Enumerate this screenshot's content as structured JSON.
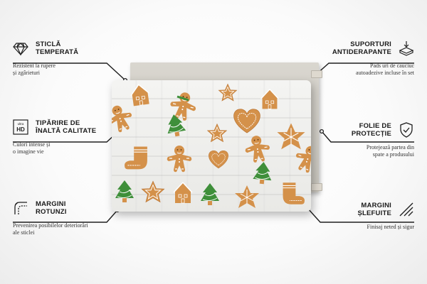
{
  "features": {
    "glass": {
      "title": "Sticlă\ntemperată",
      "desc": "Rezistent la rupere\nși zgârieturi",
      "icon": "diamond-icon"
    },
    "print": {
      "title": "Tipărire de\nînaltă calitate",
      "desc": "Culori intense și\no imagine vie",
      "icon": "ultra-hd-icon",
      "icon_text_top": "ultra",
      "icon_text_main": "HD"
    },
    "edges": {
      "title": "Margini\nrotunzi",
      "desc": "Prevenirea posibilelor deteriorări\nale sticlei",
      "icon": "rounded-corner-icon"
    },
    "supports": {
      "title": "Suporturi\nantiderapante",
      "desc": "Pads uri de cauciuc\nautoadezive incluse în set",
      "icon": "mount-pad-icon"
    },
    "film": {
      "title": "Folie de\nprotecție",
      "desc": "Protejează partea din\nspate a produsului",
      "icon": "shield-check-icon"
    },
    "polished": {
      "title": "Margini\nșlefuite",
      "desc": "Finisaj neted și sigur",
      "icon": "polished-edge-icon"
    }
  },
  "colors": {
    "line": "#1f1f1f",
    "cookie": "#d4914a",
    "cookie_dark": "#b87231",
    "icing": "#ffffff",
    "tree_green": "#3f8f3a",
    "board": "#efefec"
  }
}
